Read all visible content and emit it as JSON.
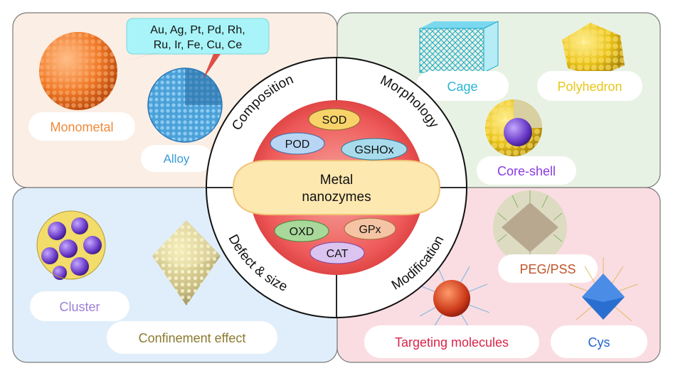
{
  "elements": [
    "Au, Ag, Pt, Pd, Rh,",
    "Ru, Ir, Fe, Cu, Ce"
  ],
  "quadrants": {
    "composition": {
      "title": "Composition",
      "labels": [
        "Monometal",
        "Alloy"
      ]
    },
    "morphology": {
      "title": "Morphology",
      "labels": [
        "Cage",
        "Polyhedron",
        "Core-shell"
      ]
    },
    "defect_size": {
      "title": "Defect & size",
      "labels": [
        "Cluster",
        "Confinement effect"
      ]
    },
    "modification": {
      "title": "Modification",
      "labels": [
        "PEG/PSS",
        "Targeting molecules",
        "Cys"
      ]
    }
  },
  "center": {
    "title_line1": "Metal",
    "title_line2": "nanozymes",
    "enzymes": [
      "SOD",
      "POD",
      "GSHOx",
      "OXD",
      "GPx",
      "CAT"
    ]
  },
  "colors": {
    "composition_bg": "#fbeee4",
    "morphology_bg": "#e8f2e4",
    "defect_bg": "#dfeefa",
    "modification_bg": "#fadde2",
    "monometal": "#f08a3c",
    "alloy": "#3a9ad9",
    "cage": "#2ab5d6",
    "polyhedron": "#e8c61a",
    "coreshell": "#8a3ae0",
    "cluster": "#9b7fd6",
    "confinement": "#8b7a2e",
    "pegpss": "#c0542a",
    "targeting": "#d8244a",
    "cys": "#2466c8"
  }
}
